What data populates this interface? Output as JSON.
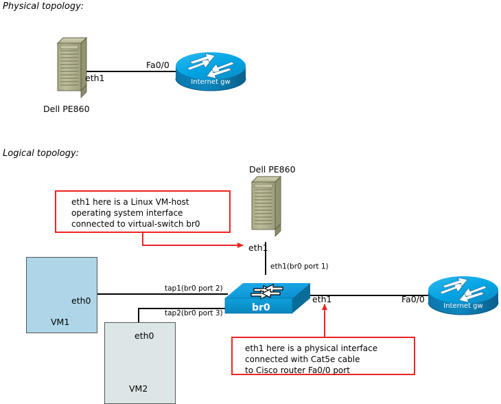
{
  "sections": {
    "physical_title": "Physical topology:",
    "logical_title": "Logical topology:"
  },
  "physical": {
    "server": {
      "name": "Dell PE860",
      "interface": "eth1"
    },
    "router": {
      "name": "Internet gw",
      "interface": "Fa0/0"
    }
  },
  "logical": {
    "host": {
      "name": "Dell PE860",
      "interface": "eth1"
    },
    "switch": {
      "name": "br0",
      "uplink_label": "eth1(br0 port 1)",
      "port2_label": "tap1(br0 port 2)",
      "port3_label": "tap2(br0 port 3)",
      "wan_label": "eth1"
    },
    "vm1": {
      "name": "VM1",
      "interface": "eth0"
    },
    "vm2": {
      "name": "VM2",
      "interface": "eth0"
    },
    "router": {
      "name": "Internet gw",
      "interface": "Fa0/0"
    }
  },
  "callouts": {
    "host_iface": {
      "line1": "eth1 here is a Linux VM-host",
      "line2": "operating system interface",
      "line3": "connected to virtual-switch br0"
    },
    "physical_iface": {
      "line1": "eth1 here is a physical interface",
      "line2": "connected with Cat5e cable",
      "line3": "to Cisco router Fa0/0 port"
    }
  },
  "colors": {
    "callout_border": "#ee2222",
    "router_body": "#00a0e0",
    "router_side": "#0077b0",
    "switch_top": "#0c9ad9",
    "switch_front": "#0c9ad9",
    "switch_side": "#0a6d99",
    "server_face": "#b5b58f",
    "server_top": "#c9c9a8",
    "server_side": "#8f8f6e",
    "vm1_fill": "#aed6e8",
    "vm2_fill": "#dce6e6",
    "link": "#000000"
  }
}
